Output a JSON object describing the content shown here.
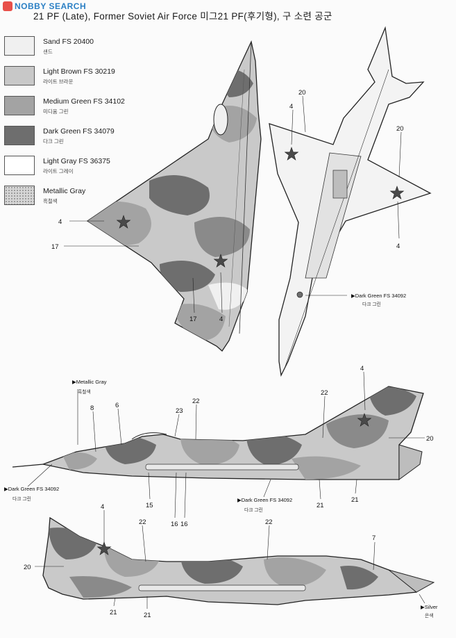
{
  "header": {
    "watermark": "NOBBY SEARCH",
    "title": "21 PF (Late), Former Soviet Air Force   미그21 PF(후기형), 구 소련 공군"
  },
  "legend": [
    {
      "label": "Sand  FS 20400",
      "sub": "샌드",
      "color": "#f0f0f0",
      "speckle": false
    },
    {
      "label": "Light Brown FS 30219",
      "sub": "라이트 브라운",
      "color": "#c8c8c8",
      "speckle": false
    },
    {
      "label": "Medium Green FS 34102",
      "sub": "미디움 그린",
      "color": "#a3a3a3",
      "speckle": false
    },
    {
      "label": "Dark Green FS 34079",
      "sub": "다크 그린",
      "color": "#6e6e6e",
      "speckle": false
    },
    {
      "label": "Light Gray FS 36375",
      "sub": "라이트 그레이",
      "color": "#ffffff",
      "speckle": false
    },
    {
      "label": "Metallic Gray",
      "sub": "흑철색",
      "color": "#d6d6d6",
      "speckle": true
    }
  ],
  "callouts": {
    "top_4": "4",
    "top_17a": "17",
    "top_17b": "17",
    "top_4b": "4",
    "bottom_20a": "20",
    "bottom_4a": "4",
    "bottom_20b": "20",
    "bottom_4b": "4",
    "side1_8": "8",
    "side1_6": "6",
    "side1_23": "23",
    "side1_22a": "22",
    "side1_22b": "22",
    "side1_4": "4",
    "side1_20": "20",
    "side1_15": "15",
    "side1_16a": "16",
    "side1_16b": "16",
    "side1_21a": "21",
    "side1_21b": "21",
    "side2_4": "4",
    "side2_22a": "22",
    "side2_22b": "22",
    "side2_20": "20",
    "side2_7": "7",
    "side2_21a": "21",
    "side2_21b": "21"
  },
  "notes": {
    "bottom_dg": {
      "label": "Dark Green FS 34092",
      "sub": "다크 그린"
    },
    "side1_metal": {
      "label": "Metallic Gray",
      "sub": "흑철색"
    },
    "side1_dg_nose": {
      "label": "Dark Green FS 34092",
      "sub": "다크 그린"
    },
    "side1_dg_mid": {
      "label": "Dark Green FS 34092",
      "sub": "다크 그린"
    },
    "side2_silver": {
      "label": "Silver",
      "sub": "은색"
    }
  }
}
